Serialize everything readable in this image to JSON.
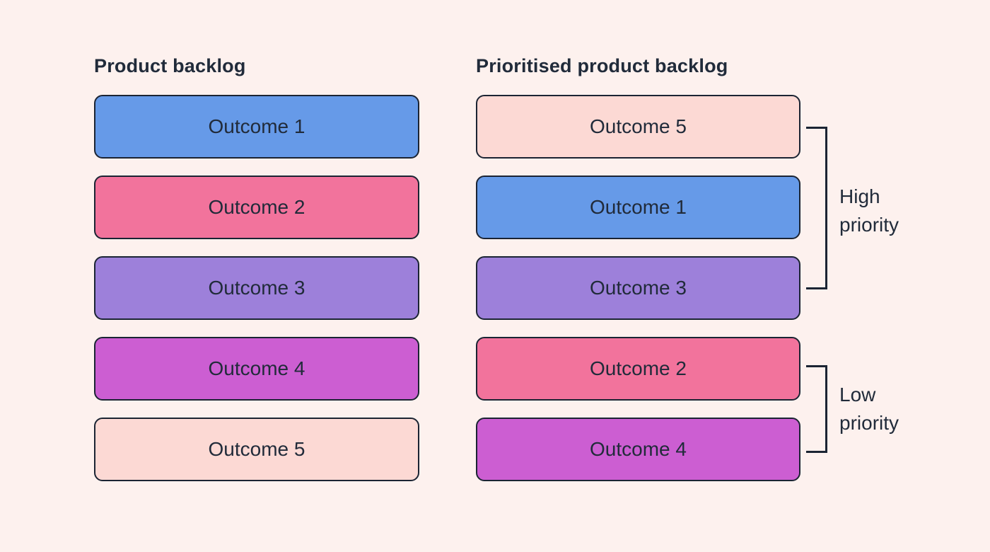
{
  "palette": {
    "background": "#fdf1ee",
    "text": "#212b3a",
    "line": "#1b2433",
    "card_border": "#1b2433",
    "blue": "#669ae8",
    "pink": "#f2739c",
    "purple": "#9d80da",
    "magenta": "#cc5ed2",
    "light_pink": "#fcd9d4"
  },
  "columns": [
    {
      "title": "Product backlog",
      "items": [
        {
          "label": "Outcome 1",
          "color": "#669ae8"
        },
        {
          "label": "Outcome 2",
          "color": "#f2739c"
        },
        {
          "label": "Outcome 3",
          "color": "#9d80da"
        },
        {
          "label": "Outcome 4",
          "color": "#cc5ed2"
        },
        {
          "label": "Outcome 5",
          "color": "#fcd9d4"
        }
      ]
    },
    {
      "title": "Prioritised product backlog",
      "items": [
        {
          "label": "Outcome 5",
          "color": "#fcd9d4"
        },
        {
          "label": "Outcome 1",
          "color": "#669ae8"
        },
        {
          "label": "Outcome 3",
          "color": "#9d80da"
        },
        {
          "label": "Outcome 2",
          "color": "#f2739c"
        },
        {
          "label": "Outcome 4",
          "color": "#cc5ed2"
        }
      ]
    }
  ],
  "annotations": [
    {
      "label": "High priority",
      "covers": [
        "Outcome 5",
        "Outcome 1",
        "Outcome 3"
      ]
    },
    {
      "label": "Low priority",
      "covers": [
        "Outcome 2",
        "Outcome 4"
      ]
    }
  ]
}
